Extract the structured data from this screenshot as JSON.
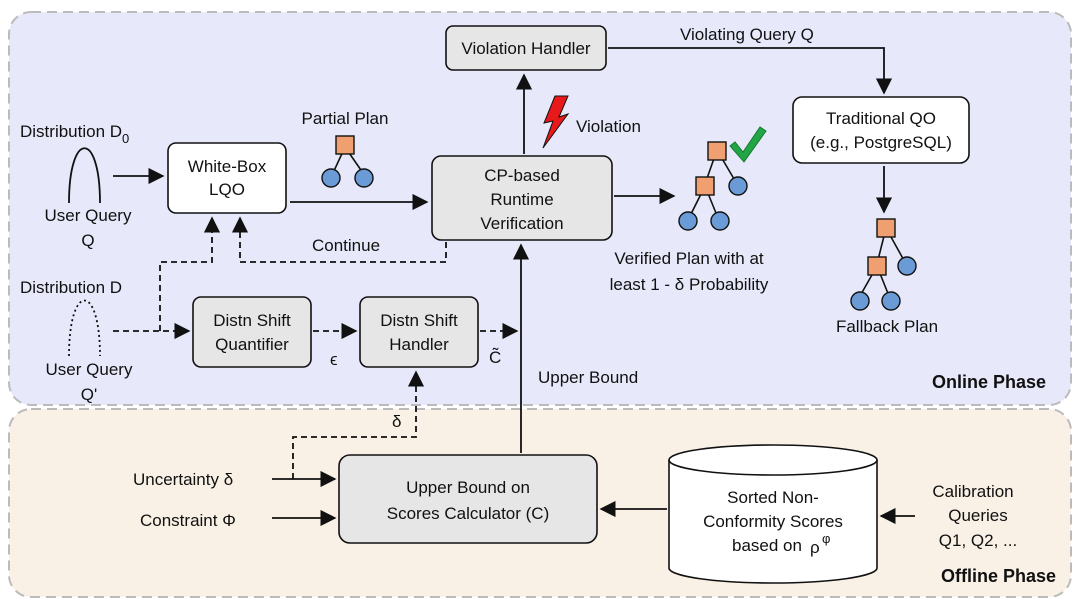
{
  "phases": {
    "online": "Online Phase",
    "offline": "Offline Phase"
  },
  "boxes": {
    "violation_handler": "Violation Handler",
    "white_box_lqo": [
      "White-Box",
      "LQO"
    ],
    "cp_verification": [
      "CP-based",
      "Runtime",
      "Verification"
    ],
    "traditional_qo": [
      "Traditional QO",
      "(e.g., PostgreSQL)"
    ],
    "shift_quantifier": [
      "Distn Shift",
      "Quantifier"
    ],
    "shift_handler": [
      "Distn Shift",
      "Handler"
    ],
    "upper_bound_calc": [
      "Upper Bound on",
      "Scores Calculator (C)"
    ],
    "sorted_scores": [
      "Sorted Non-",
      "Conformity Scores",
      "based on"
    ]
  },
  "labels": {
    "distribution_d0": "Distribution D",
    "distribution_d0_sub": "0",
    "user_query_q": [
      "User Query",
      "Q"
    ],
    "distribution_d": "Distribution D",
    "user_query_qprime": [
      "User Query",
      "Q'"
    ],
    "partial_plan": "Partial Plan",
    "violation": "Violation",
    "violating_query": "Violating Query Q",
    "continue": "Continue",
    "verified_plan": [
      "Verified Plan with at",
      "least 1 - δ Probability"
    ],
    "fallback_plan": "Fallback Plan",
    "epsilon": "ϵ",
    "c_tilde": "C̃",
    "upper_bound": "Upper Bound",
    "delta": "δ",
    "uncertainty": "Uncertainty δ",
    "constraint": "Constraint Φ",
    "rho": "ρ",
    "rho_sup": "φ",
    "calibration": [
      "Calibration",
      "Queries",
      "Q1, Q2, ..."
    ]
  },
  "colors": {
    "online_bg": "#e7e9fa",
    "offline_bg": "#faf1e6",
    "box_gray": "#e6e6e6",
    "node_square": "#f0a070",
    "node_circle": "#6a9bd6",
    "violation_red": "#e8191a",
    "check_green": "#22a544"
  }
}
